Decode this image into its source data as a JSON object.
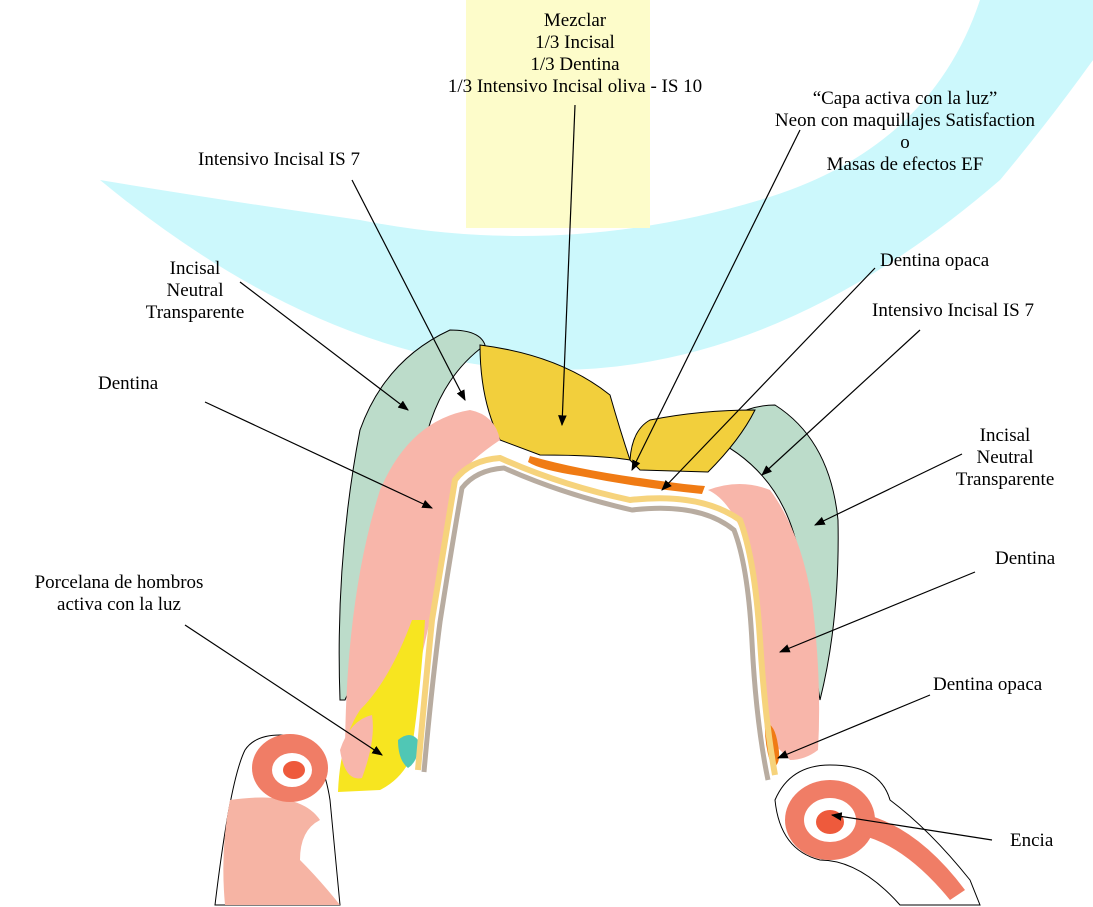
{
  "colors": {
    "arc": "#ccf8fc",
    "note_box": "#fdfcca",
    "incisal": "#bcdcca",
    "dentine": "#f8b6aa",
    "incisal_mix": "#f2cf3c",
    "opaque_dentine": "#f07b14",
    "shoulder_porcelain": "#f7e520",
    "gum": "#f07d66",
    "gum_light": "#f6b4a4",
    "gum_dark": "#ee5a3c",
    "core_line": "#b8aca0",
    "liner": "#f6d37c",
    "cyan_spot": "#50c7b5"
  },
  "labels": {
    "mezclar": [
      "Mezclar",
      "1/3 Incisal",
      "1/3 Dentina",
      "1/3 Intensivo Incisal oliva - IS 10"
    ],
    "capa_activa": [
      "“Capa activa con la luz”",
      "Neon con maquillajes Satisfaction",
      "o",
      "Masas de efectos  EF"
    ],
    "intensivo_left": "Intensivo Incisal IS 7",
    "incisal_left": [
      "Incisal",
      "Neutral",
      "Transparente"
    ],
    "dentina_left": "Dentina",
    "dentina_opaca_top": "Dentina opaca",
    "intensivo_right": "Intensivo Incisal IS 7",
    "incisal_right": [
      "Incisal",
      "Neutral",
      "Transparente"
    ],
    "dentina_right": "Dentina",
    "porcelana": [
      "Porcelana de hombros",
      "activa con la luz"
    ],
    "dentina_opaca_bottom": "Dentina opaca",
    "encia": "Encia"
  }
}
